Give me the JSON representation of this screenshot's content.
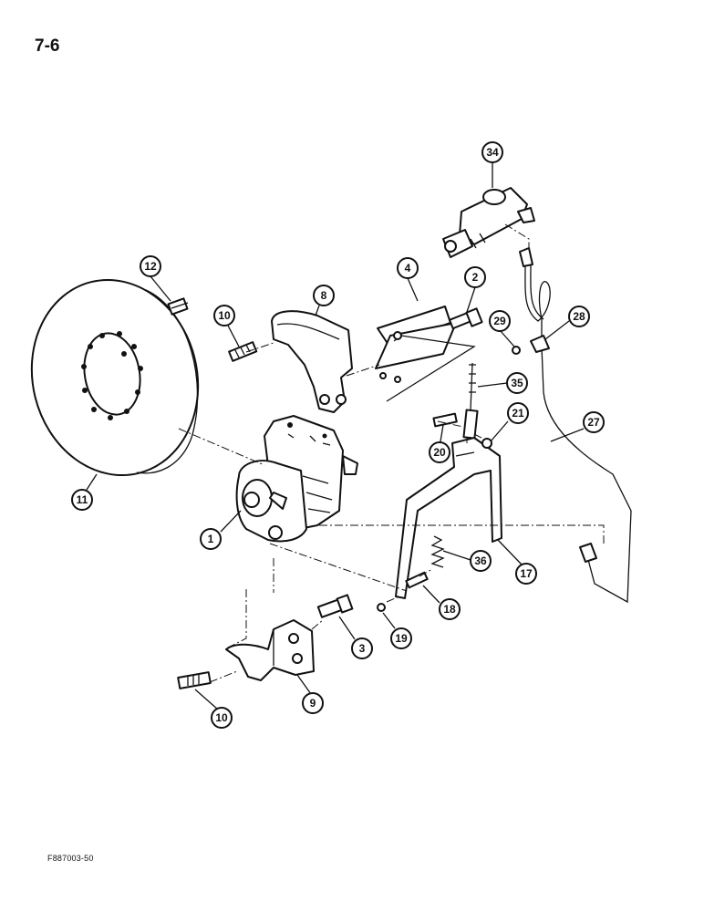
{
  "header": {
    "page_number": "7-6"
  },
  "footer": {
    "figure_code": "F887003-50"
  },
  "colors": {
    "ink": "#111111",
    "paper": "#ffffff"
  },
  "callouts": [
    "34",
    "12",
    "4",
    "2",
    "10",
    "8",
    "29",
    "28",
    "35",
    "21",
    "27",
    "20",
    "11",
    "1",
    "36",
    "17",
    "18",
    "3",
    "19",
    "10",
    "9"
  ]
}
